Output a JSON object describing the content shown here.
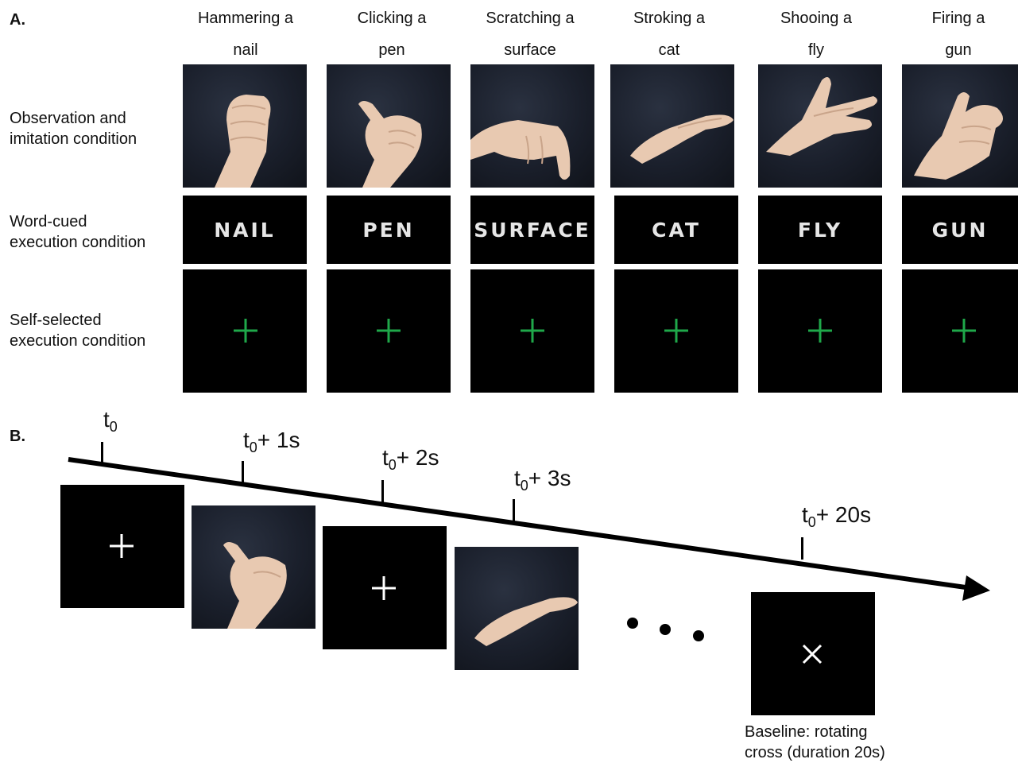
{
  "panel_a": {
    "label": "A.",
    "columns": [
      {
        "line1": "Hammering a",
        "line2": "nail",
        "word": "NAIL"
      },
      {
        "line1": "Clicking a",
        "line2": "pen",
        "word": "PEN"
      },
      {
        "line1": "Scratching a",
        "line2": "surface",
        "word": "SURFACE"
      },
      {
        "line1": "Stroking a",
        "line2": "cat",
        "word": "CAT"
      },
      {
        "line1": "Shooing a",
        "line2": "fly",
        "word": "FLY"
      },
      {
        "line1": "Firing a",
        "line2": "gun",
        "word": "GUN"
      }
    ],
    "rows": [
      {
        "line1": "Observation and",
        "line2": "imitation condition"
      },
      {
        "line1": "Word-cued",
        "line2": "execution condition"
      },
      {
        "line1": "Self-selected",
        "line2": "execution condition"
      }
    ],
    "fixation_color": "#1fa84a"
  },
  "panel_b": {
    "label": "B.",
    "timepoints": [
      {
        "t": "t",
        "sub": "0",
        "suffix": ""
      },
      {
        "t": "t",
        "sub": "0",
        "suffix": "+ 1s"
      },
      {
        "t": "t",
        "sub": "0",
        "suffix": "+ 2s"
      },
      {
        "t": "t",
        "sub": "0",
        "suffix": "+ 3s"
      },
      {
        "t": "t",
        "sub": "0",
        "suffix": "+ 20s"
      }
    ],
    "baseline_line1": "Baseline: rotating",
    "baseline_line2": "cross (duration 20s)"
  }
}
